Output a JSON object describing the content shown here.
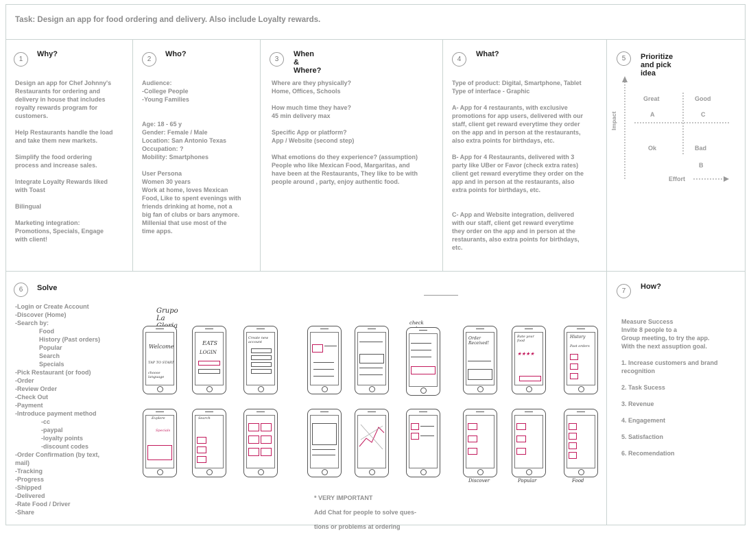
{
  "task": "Task:  Design an app for food ordering and delivery. Also include Loyalty rewards.",
  "why": {
    "num": "1",
    "title": "Why?",
    "lines": [
      "Design an app for Chef Johnny's",
      "Restaurants for ordering and",
      "delivery in house that includes",
      "royalty rewards program for",
      "customers.",
      "",
      "Help Restaurants handle the load",
      "and take them new markets.",
      "",
      "Simplify the food ordering",
      "process and increase sales.",
      "",
      "Integrate Loyalty Rewards liked",
      "with Toast",
      "",
      "Bilingual",
      "",
      "Marketing integration:",
      "Promotions, Specials, Engage",
      "with client!"
    ]
  },
  "who": {
    "num": "2",
    "title": "Who?",
    "lines": [
      "Audience:",
      "-College People",
      "-Young Families",
      "",
      "",
      "Age: 18 - 65 y",
      "Gender: Female / Male",
      "Location: San Antonio Texas",
      "Occupation: ?",
      "Mobility: Smartphones",
      "",
      "User Persona",
      "Women 30 years",
      "Work at home, loves Mexican",
      "Food, Like to spent evenings with",
      "friends drinking at home, not a",
      "big fan of clubs or bars anymore.",
      "Millenial that use most of the",
      "time apps."
    ]
  },
  "when": {
    "num": "3",
    "title": "When & Where?",
    "lines": [
      "Where are they physically?",
      "Home, Offices, Schools",
      "",
      "How much time they have?",
      "45 min delivery max",
      "",
      "Specific App or platform?",
      "App / Website (second step)",
      "",
      "What emotions do they experience? (assumption)",
      "People who like Mexican Food, Margaritas, and",
      "have been at the Restaurants, They like to be with",
      "people around , party, enjoy authentic food."
    ]
  },
  "what": {
    "num": "4",
    "title": "What?",
    "lines": [
      "Type of product: Digital, Smartphone, Tablet",
      "Type of interface - Graphic",
      "",
      "A- App for 4 restaurants, with exclusive",
      "promotions for app users, delivered with our",
      "staff, client get reward everytime they order",
      "on the app and in person at the restaurants,",
      "also extra points for birthdays, etc.",
      "",
      "B- App for 4 Restaurants, delivered with 3",
      "party like UBer or Favor (check extra rates)",
      "client get reward everytime they order on the",
      "app and in person at the restaurants, also",
      "extra points for birthdays, etc.",
      "",
      "",
      "C- App and Website integration, delivered",
      "with our staff, client get reward everytime",
      "they order on the app and in person at the",
      "restaurants, also extra points for birthdays,",
      "etc."
    ]
  },
  "prioritize": {
    "num": "5",
    "title": "Prioritize and pick idea",
    "great": "Great",
    "good": "Good",
    "a": "A",
    "c": "C",
    "ok": "Ok",
    "bad": "Bad",
    "b": "B",
    "impact": "Impact",
    "effort": "Effort"
  },
  "solve": {
    "num": "6",
    "title": "Solve",
    "lines": [
      {
        "t": "-Login or Create Account",
        "i": 0
      },
      {
        "t": "-Discover (Home)",
        "i": 0
      },
      {
        "t": "-Search by:",
        "i": 0
      },
      {
        "t": "Food",
        "i": 1
      },
      {
        "t": "History (Past orders)",
        "i": 1
      },
      {
        "t": "Popular",
        "i": 1
      },
      {
        "t": "Search",
        "i": 1
      },
      {
        "t": "Specials",
        "i": 1
      },
      {
        "t": "-Pick Restaurant (or food)",
        "i": 0
      },
      {
        "t": "-Order",
        "i": 0
      },
      {
        "t": "-Review Order",
        "i": 0
      },
      {
        "t": "-Check Out",
        "i": 0
      },
      {
        "t": "-Payment",
        "i": 0
      },
      {
        "t": "-Introduce payment method",
        "i": 0
      },
      {
        "t": "-cc",
        "i": 2
      },
      {
        "t": "-paypal",
        "i": 2
      },
      {
        "t": "-loyalty points",
        "i": 2
      },
      {
        "t": "-discount codes",
        "i": 2
      },
      {
        "t": "-Order Confirmation (by text,",
        "i": 0
      },
      {
        "t": "mail)",
        "i": 0
      },
      {
        "t": "-Tracking",
        "i": 0
      },
      {
        "t": "-Progress",
        "i": 0
      },
      {
        "t": "-Shipped",
        "i": 0
      },
      {
        "t": "-Delivered",
        "i": 0
      },
      {
        "t": "-Rate Food / Driver",
        "i": 0
      },
      {
        "t": "-Share",
        "i": 0
      }
    ],
    "sketch_title": "Grupo La Gloria App",
    "note_lines": [
      "* VERY IMPORTANT",
      "Add Chat for people to solve ques-",
      "tions or problems at ordering"
    ]
  },
  "how": {
    "num": "7",
    "title": "How?",
    "lines": [
      "Measure Success",
      "Invite 8 people to a",
      "Group meeting, to try the app.",
      "With the next assuption goal.",
      "",
      "1. Increase customers and brand",
      "recognition",
      "",
      "2. Task Sucess",
      "",
      "3. Revenue",
      "",
      "4. Engagement",
      "",
      "5. Satisfaction",
      "",
      "6. Recomendation"
    ]
  },
  "sketch_labels": {
    "welcome": "Welcome",
    "tap_to_start": "TAP TO START",
    "choose_language": "choose language",
    "eats": "EATS",
    "login": "LOGIN",
    "create_account": "Create new account",
    "checkout": "check out",
    "order_received": "Order Received!",
    "rate_food": "Rate your food",
    "history": "History",
    "past_orders": "Past orders",
    "explore": "Explore",
    "specials": "Specials",
    "search": "Search",
    "discover": "Discover",
    "popular": "Popular",
    "food": "Food"
  }
}
